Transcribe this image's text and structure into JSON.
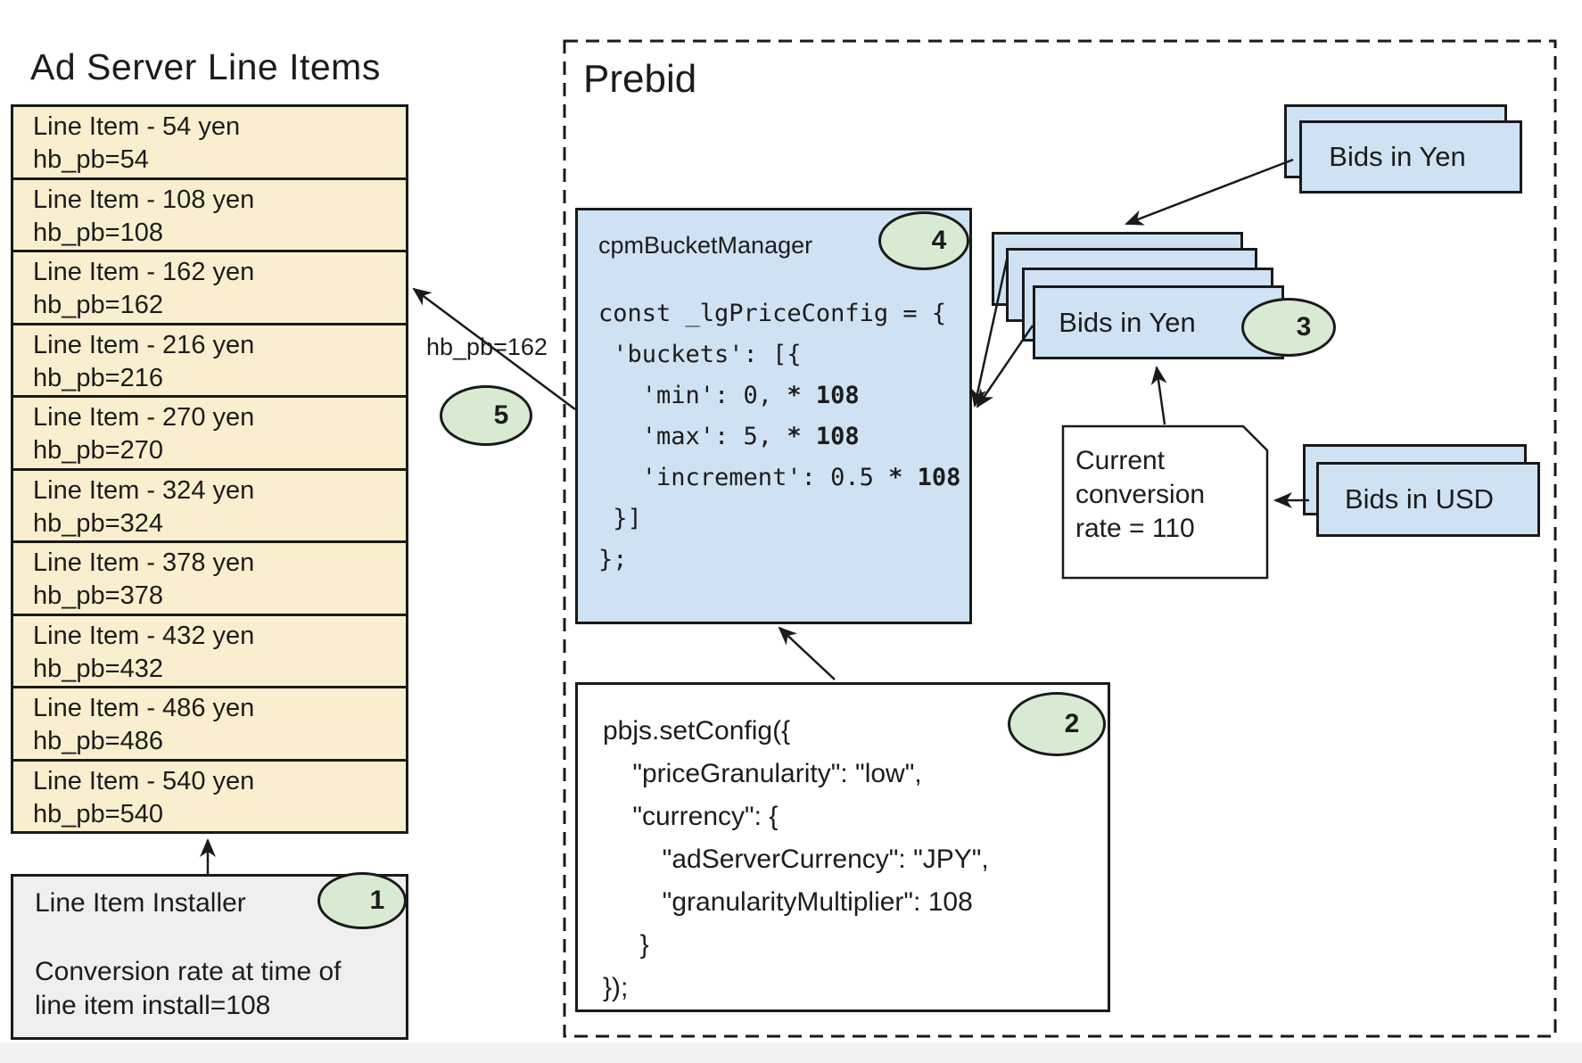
{
  "colors": {
    "line_item_fill": "#f9efce",
    "card_fill": "#cfe2f3",
    "badge_fill": "#d9ead3",
    "installer_fill": "#efefef",
    "border": "#1a1a1a"
  },
  "ad_server": {
    "title": "Ad Server Line Items",
    "line_items": [
      {
        "line1": "Line Item - 54 yen",
        "line2": "hb_pb=54"
      },
      {
        "line1": "Line Item - 108 yen",
        "line2": "hb_pb=108"
      },
      {
        "line1": "Line Item - 162 yen",
        "line2": "hb_pb=162"
      },
      {
        "line1": "Line Item - 216 yen",
        "line2": "hb_pb=216"
      },
      {
        "line1": "Line Item - 270 yen",
        "line2": "hb_pb=270"
      },
      {
        "line1": "Line Item - 324 yen",
        "line2": "hb_pb=324"
      },
      {
        "line1": "Line Item - 378 yen",
        "line2": "hb_pb=378"
      },
      {
        "line1": "Line Item - 432 yen",
        "line2": "hb_pb=432"
      },
      {
        "line1": "Line Item - 486 yen",
        "line2": "hb_pb=486"
      },
      {
        "line1": "Line Item - 540 yen",
        "line2": "hb_pb=540"
      }
    ],
    "installer": {
      "title": "Line Item Installer",
      "badge": "1",
      "note_line1": "Conversion rate at time of",
      "note_line2": "line item install=108"
    }
  },
  "prebid": {
    "title": "Prebid",
    "hb_pb_label": "hb_pb=162",
    "badge5": "5",
    "cpm_bucket_manager": {
      "label": "cpmBucketManager",
      "badge": "4",
      "code_lines": [
        {
          "pre": "const _lgPriceConfig = {",
          "bold": ""
        },
        {
          "pre": " 'buckets': [{",
          "bold": ""
        },
        {
          "pre": "   'min': 0, ",
          "bold": "* 108"
        },
        {
          "pre": "   'max': 5, ",
          "bold": "* 108"
        },
        {
          "pre": "   'increment': 0.5 ",
          "bold": "* 108"
        },
        {
          "pre": " }]",
          "bold": ""
        },
        {
          "pre": "};",
          "bold": ""
        }
      ]
    },
    "set_config": {
      "badge": "2",
      "code_lines": [
        "pbjs.setConfig({",
        "    \"priceGranularity\": \"low\",",
        "    \"currency\": {",
        "        \"adServerCurrency\": \"JPY\",",
        "        \"granularityMultiplier\": 108",
        "     }",
        "});"
      ]
    },
    "bids_in_yen_incoming": {
      "label": "Bids in Yen"
    },
    "bids_in_yen_converted": {
      "label": "Bids in Yen",
      "badge": "3"
    },
    "conversion_note": {
      "line1": "Current",
      "line2": "conversion",
      "line3": "rate = 110"
    },
    "bids_in_usd": {
      "label": "Bids in USD"
    }
  }
}
